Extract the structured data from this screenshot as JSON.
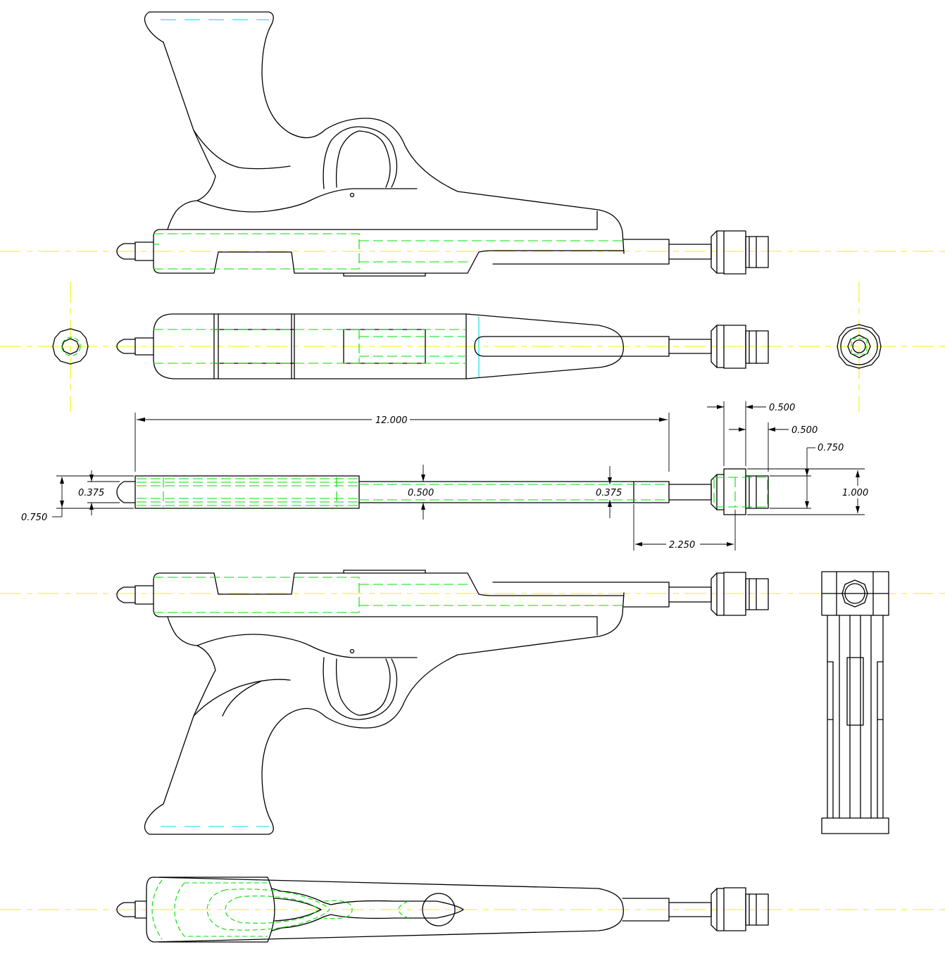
{
  "drawing": {
    "colors": {
      "object_lines": "#000000",
      "hidden_lines": "#00e000",
      "center_lines": "#f0f000",
      "grip_lines": "#00d8e8",
      "background": "#ffffff"
    },
    "dimensions": {
      "overall_length": "12.000",
      "collar_width_a": "0.500",
      "collar_width_b": "0.500",
      "collar_inner_dia": "0.750",
      "collar_outer_dia": "1.000",
      "barrel_rear_inner": "0.375",
      "barrel_rear_outer": "0.750",
      "barrel_mid_dia": "0.500",
      "barrel_front_inner": "0.375",
      "muzzle_offset": "2.250"
    }
  }
}
